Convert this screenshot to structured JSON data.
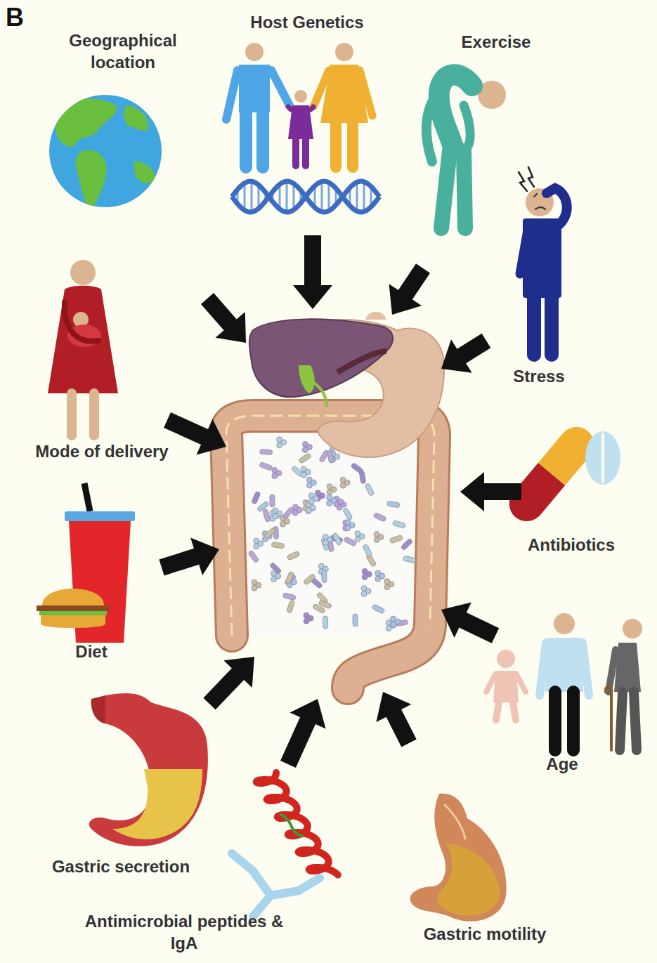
{
  "diagram": {
    "labels": [
      "B",
      "Geographical location",
      "Host Genetics",
      "Exercise",
      "Stress",
      "Mode of delivery",
      "Antibiotics",
      "Diet",
      "Age",
      "Gastric secretion",
      "Antimicrobial peptides & IgA",
      "Gastric motility"
    ]
  }
}
